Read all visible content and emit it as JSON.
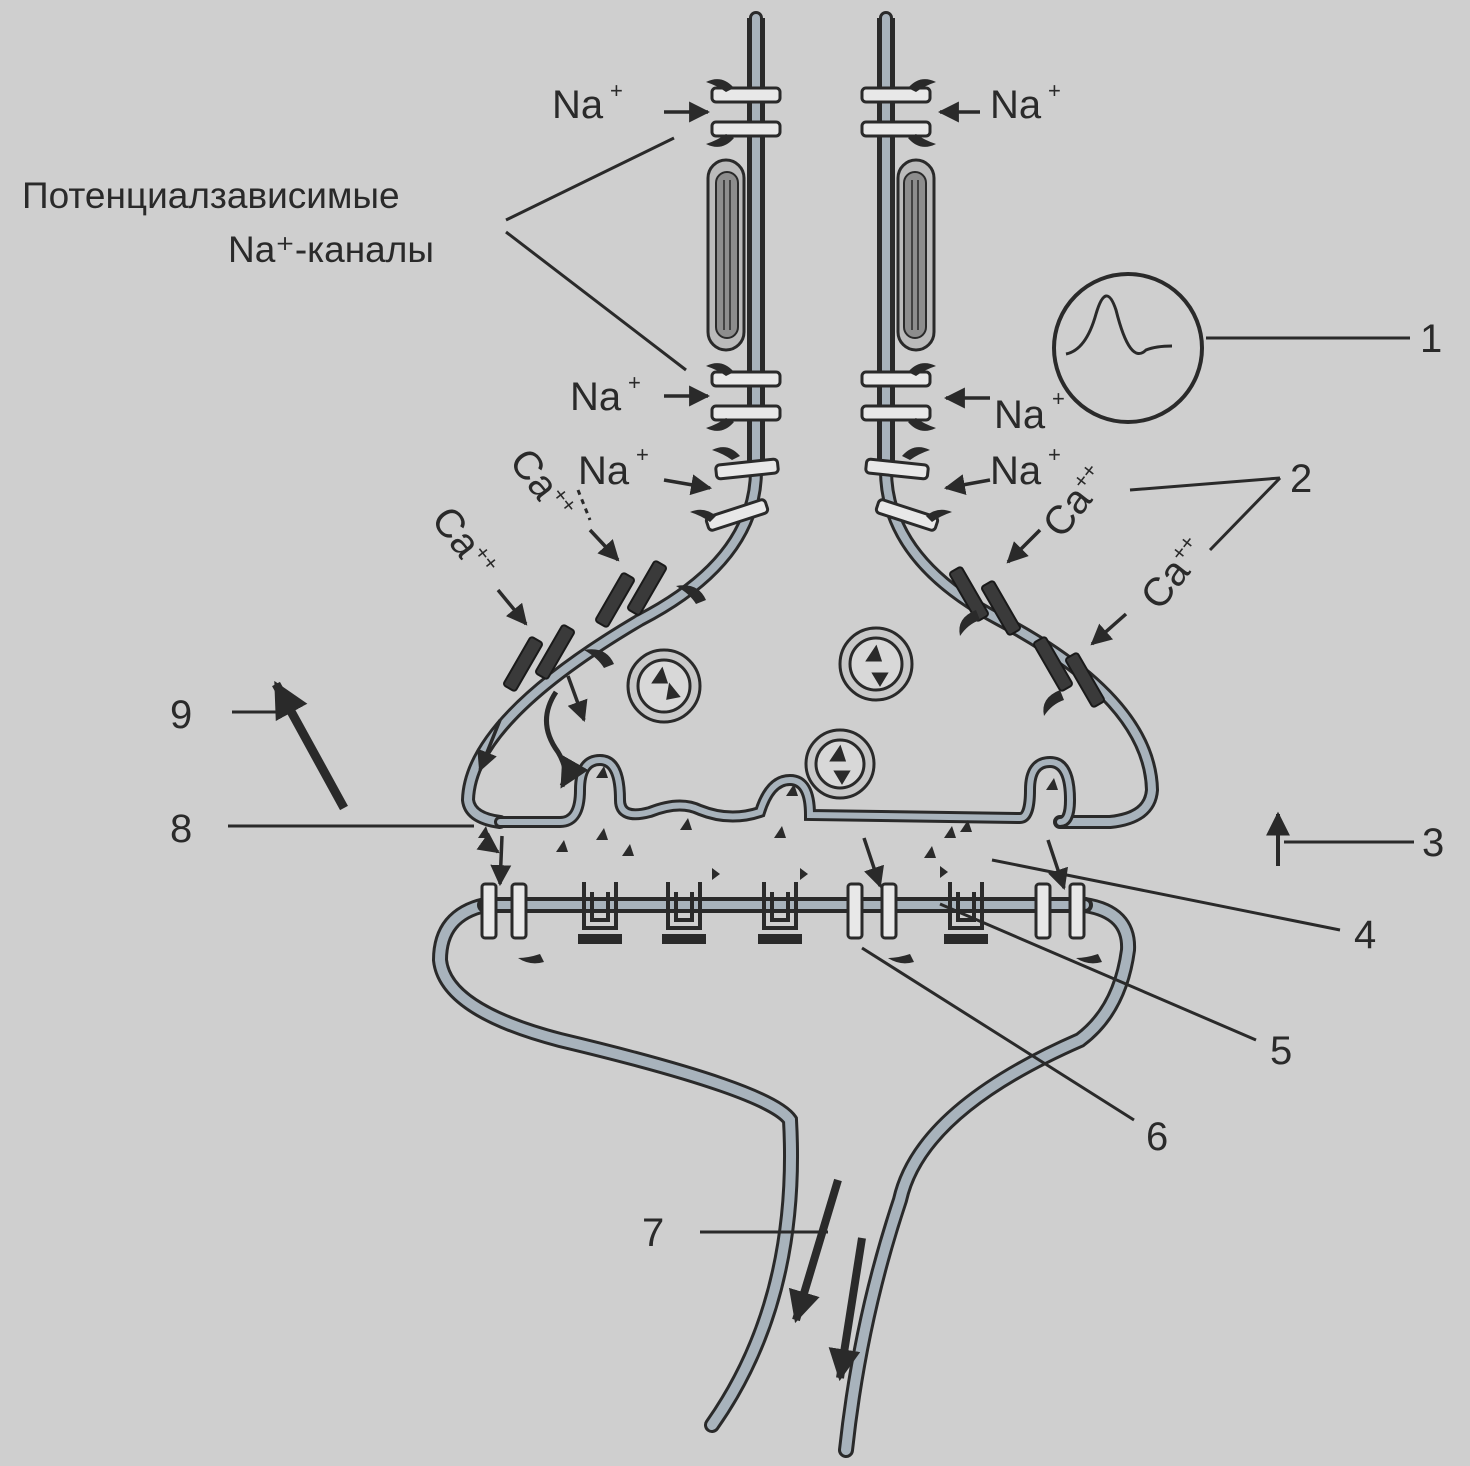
{
  "title_line1": "Потенциалзависимые",
  "title_line2": "Na⁺-каналы",
  "ions": {
    "na": "Na",
    "ca": "Ca",
    "na_charge": "+",
    "ca_charge": "++"
  },
  "numbers": [
    "1",
    "2",
    "3",
    "4",
    "5",
    "6",
    "7",
    "8",
    "9"
  ],
  "colors": {
    "background": "#cfcfcf",
    "membrane": "#a8b3bc",
    "ink": "#2a2a2a",
    "channel_fill": "#e8e8e8",
    "ca_channel": "#3a3a3a"
  }
}
